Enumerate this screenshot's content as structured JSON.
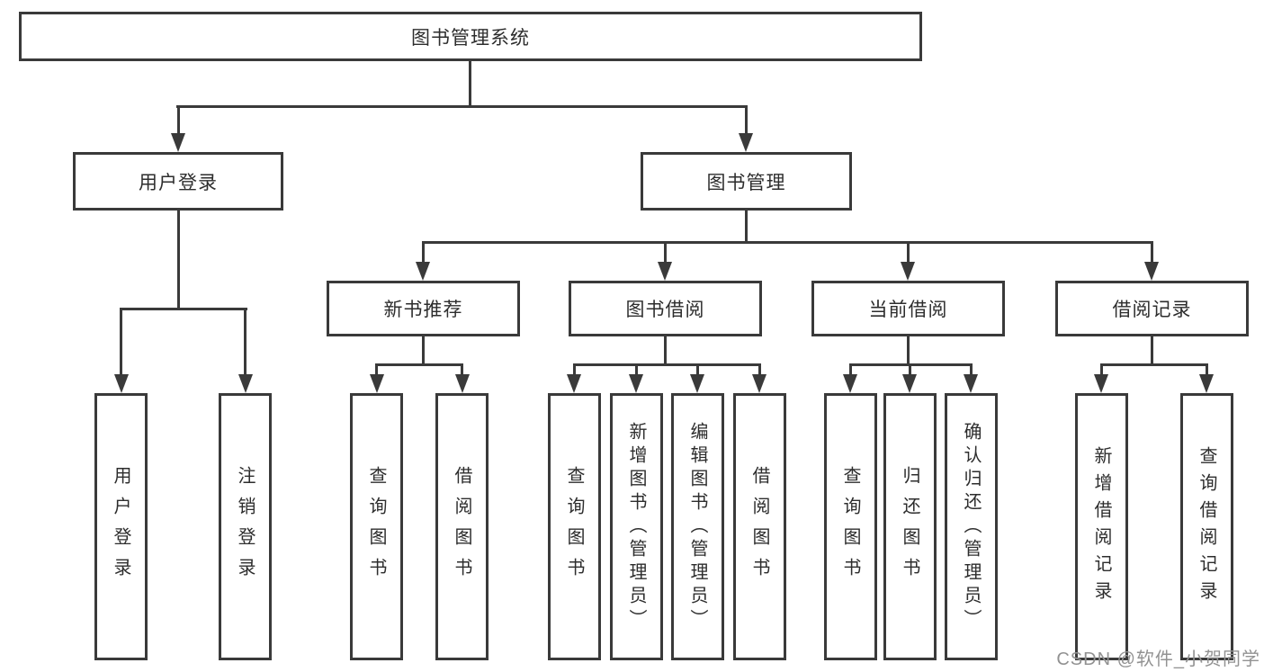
{
  "diagram": {
    "root": {
      "id": "library-management-system",
      "label": "图书管理系统"
    },
    "level2": [
      {
        "id": "user-login",
        "label": "用户登录"
      },
      {
        "id": "book-management",
        "label": "图书管理"
      }
    ],
    "level3": [
      {
        "id": "new-book-recommend",
        "parent": "book-management",
        "label": "新书推荐"
      },
      {
        "id": "book-borrowing",
        "parent": "book-management",
        "label": "图书借阅"
      },
      {
        "id": "current-borrowing",
        "parent": "book-management",
        "label": "当前借阅"
      },
      {
        "id": "borrowing-records",
        "parent": "book-management",
        "label": "借阅记录"
      }
    ],
    "leaves": [
      {
        "parent": "user-login",
        "label": "用户登录"
      },
      {
        "parent": "user-login",
        "label": "注销登录"
      },
      {
        "parent": "new-book-recommend",
        "label": "查询图书"
      },
      {
        "parent": "new-book-recommend",
        "label": "借阅图书"
      },
      {
        "parent": "book-borrowing",
        "label": "查询图书"
      },
      {
        "parent": "book-borrowing",
        "label": "新增图书（管理员）"
      },
      {
        "parent": "book-borrowing",
        "label": "编辑图书（管理员）"
      },
      {
        "parent": "book-borrowing",
        "label": "借阅图书"
      },
      {
        "parent": "current-borrowing",
        "label": "查询图书"
      },
      {
        "parent": "current-borrowing",
        "label": "归还图书"
      },
      {
        "parent": "current-borrowing",
        "label": "确认归还（管理员）"
      },
      {
        "parent": "borrowing-records",
        "label": "新增借阅记录"
      },
      {
        "parent": "borrowing-records",
        "label": "查询借阅记录"
      }
    ]
  },
  "watermark": {
    "text": "CSDN @软件_小贺同学"
  },
  "colors": {
    "line": "#3a3a3a",
    "text": "#2d2d2d",
    "box_background": "#ffffff",
    "page_background": "#ffffff",
    "watermark": "#929292"
  }
}
